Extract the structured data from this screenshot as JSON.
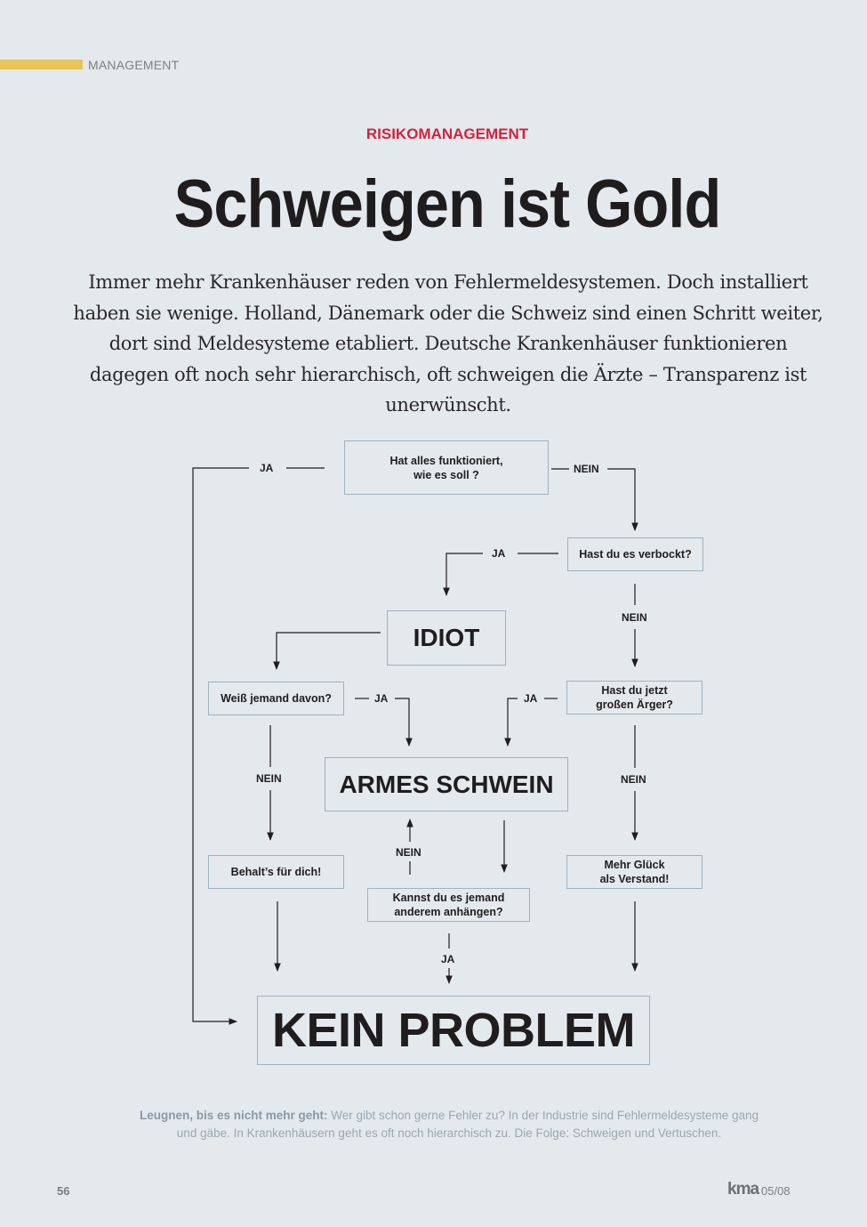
{
  "header": {
    "section": "MANAGEMENT"
  },
  "article": {
    "kicker": "RISIKOMANAGEMENT",
    "title": "Schweigen ist Gold",
    "lead": "Immer mehr Krankenhäuser reden von Fehlermeldesystemen. Doch installiert haben sie wenige. Holland, Dänemark oder die Schweiz sind einen Schritt weiter, dort sind Meldesysteme etabliert. Deutsche Krankenhäuser funktionieren dagegen oft noch sehr hierarchisch, oft schweigen die Ärzte – Transparenz ist unerwünscht."
  },
  "flowchart": {
    "nodes": {
      "start_l1": "Hat alles funktioniert,",
      "start_l2": "wie es soll ?",
      "verbockt": "Hast du es verbockt?",
      "idiot": "IDIOT",
      "weiss": "Weiß jemand davon?",
      "aerger_l1": "Hast du jetzt",
      "aerger_l2": "großen Ärger?",
      "armes": "ARMES SCHWEIN",
      "behalt": "Behalt’s für dich!",
      "anhaengen_l1": "Kannst du es jemand",
      "anhaengen_l2": "anderem anhängen?",
      "glueck_l1": "Mehr Glück",
      "glueck_l2": "als Verstand!",
      "kein": "KEIN PROBLEM"
    },
    "labels": {
      "ja_start": "JA",
      "nein_start": "NEIN",
      "ja_verbockt": "JA",
      "nein_verbockt": "NEIN",
      "ja_weiss": "JA",
      "ja_aerger": "JA",
      "nein_weiss": "NEIN",
      "nein_aerger": "NEIN",
      "nein_anhaengen": "NEIN",
      "ja_anhaengen": "JA"
    }
  },
  "caption": {
    "lead": "Leugnen, bis es nicht mehr geht:",
    "text": " Wer gibt schon gerne Fehler zu? In der Industrie sind Fehlermeldesysteme gang und gäbe. In Krankenhäusern geht es oft noch hierarchisch zu. Die Folge: Schweigen und Vertuschen."
  },
  "footer": {
    "page": "56",
    "brand": "kma",
    "issue": "05/08"
  }
}
